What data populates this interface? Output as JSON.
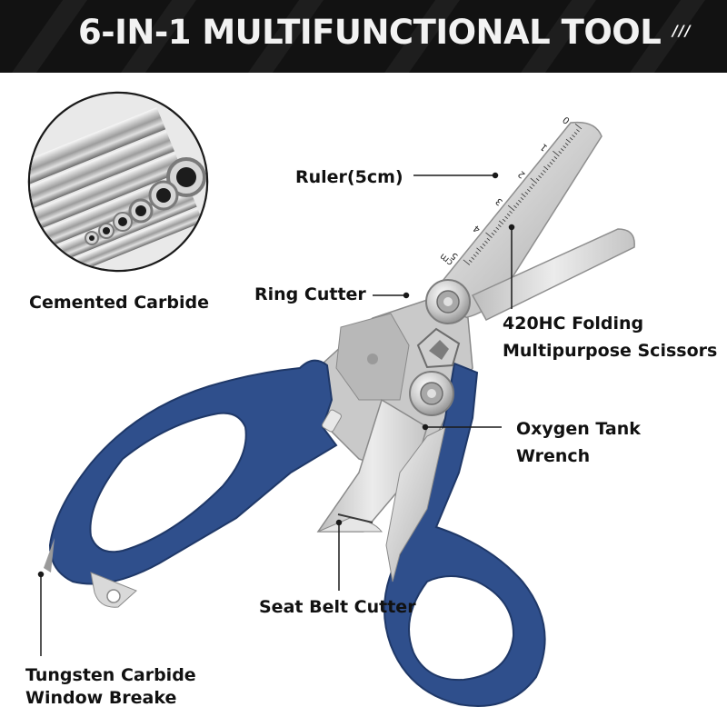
{
  "title": "6-IN-1 MULTIFUNCTIONAL TOOL",
  "title_mark": "///",
  "labels": {
    "ruler": "Ruler(5cm)",
    "ring_cutter": "Ring Cutter",
    "scissors_line1": "420HC Folding",
    "scissors_line2": "Multipurpose Scissors",
    "oxygen_line1": "Oxygen Tank",
    "oxygen_line2": "Wrench",
    "seat_belt": "Seat Belt Cutter",
    "carbide": "Cemented  Carbide",
    "breaker_line1": "Tungsten Carbide",
    "breaker_line2": "Window Breake"
  },
  "ruler_marks": [
    "0",
    "1",
    "2",
    "3",
    "4",
    "5",
    "cm"
  ],
  "colors": {
    "banner": "#121212",
    "title_text": "#f2f2f2",
    "handle_blue": "#2f4f8c",
    "handle_dark": "#1f3868",
    "steel": "#d8d8d8",
    "steel_edge": "#9a9a9a",
    "label_text": "#111111"
  },
  "icons": [
    "carbide-tubes-photo",
    "pivot-bolt-icon",
    "wrench-slot-icon",
    "window-breaker-tip-icon"
  ]
}
